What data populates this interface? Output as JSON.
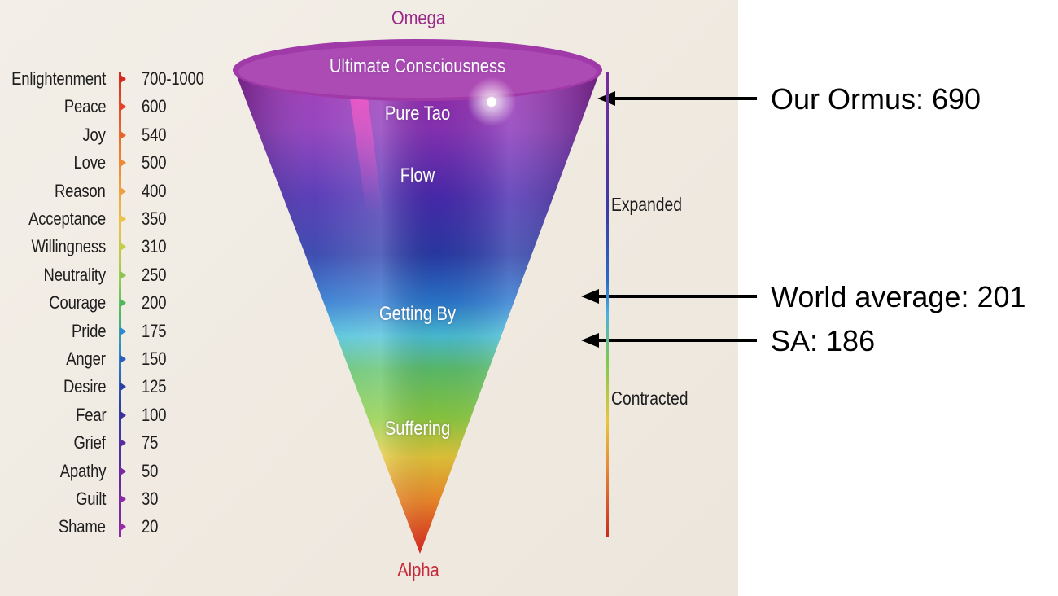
{
  "top_label": "Omega",
  "bottom_label": "Alpha",
  "levels": [
    {
      "name": "Enlightenment",
      "value": "700-1000",
      "color": "#d8281e"
    },
    {
      "name": "Peace",
      "value": "600",
      "color": "#e2442a"
    },
    {
      "name": "Joy",
      "value": "540",
      "color": "#e8642a"
    },
    {
      "name": "Love",
      "value": "500",
      "color": "#ee8a34"
    },
    {
      "name": "Reason",
      "value": "400",
      "color": "#f0a040"
    },
    {
      "name": "Acceptance",
      "value": "350",
      "color": "#ecc24a"
    },
    {
      "name": "Willingness",
      "value": "310",
      "color": "#c8cc4c"
    },
    {
      "name": "Neutrality",
      "value": "250",
      "color": "#8cc650"
    },
    {
      "name": "Courage",
      "value": "200",
      "color": "#4fb860"
    },
    {
      "name": "Pride",
      "value": "175",
      "color": "#2b8ad0"
    },
    {
      "name": "Anger",
      "value": "150",
      "color": "#2a5ec0"
    },
    {
      "name": "Desire",
      "value": "125",
      "color": "#2a3fa8"
    },
    {
      "name": "Fear",
      "value": "100",
      "color": "#3a30a0"
    },
    {
      "name": "Grief",
      "value": "75",
      "color": "#5a2ca0"
    },
    {
      "name": "Apathy",
      "value": "50",
      "color": "#7a2aa4"
    },
    {
      "name": "Guilt",
      "value": "30",
      "color": "#8e2aa8"
    },
    {
      "name": "Shame",
      "value": "20",
      "color": "#9a2aa8"
    }
  ],
  "cone_labels": {
    "ultimate": "Ultimate Consciousness",
    "pure_tao": "Pure Tao",
    "flow": "Flow",
    "getting_by": "Getting By",
    "suffering": "Suffering"
  },
  "side_labels": {
    "expanded": "Expanded",
    "contracted": "Contracted"
  },
  "callouts": {
    "ormus": "Our Ormus: 690",
    "world": "World average: 201",
    "sa": "SA: 186"
  }
}
